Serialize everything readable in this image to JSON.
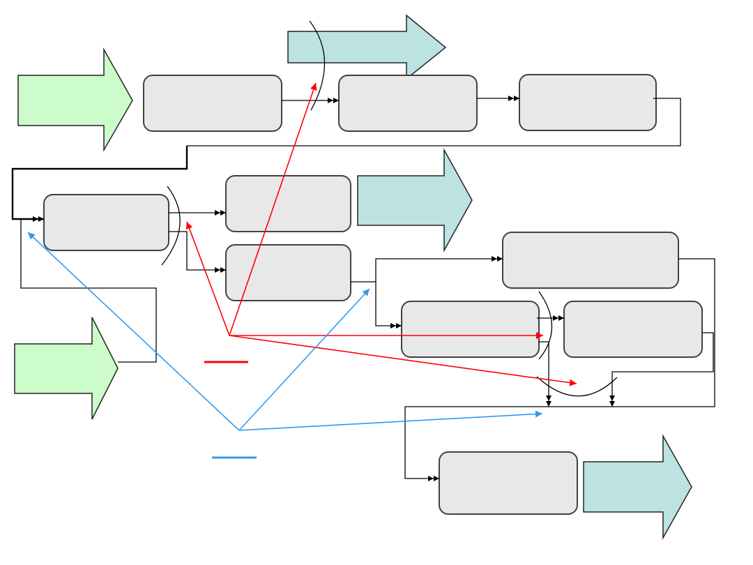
{
  "diagram": {
    "kind": "flowchart-template",
    "text_labels": [],
    "colors": {
      "process_fill": "#e8e8e8",
      "process_stroke": "#404040",
      "input_arrow_fill": "#ccfcc9",
      "output_arrow_fill": "#bce2e2",
      "connector": "#000000",
      "red_annotation": "#ff0000",
      "blue_annotation": "#3399ee"
    },
    "nodes": [
      {
        "id": "process-1",
        "type": "process"
      },
      {
        "id": "process-2",
        "type": "process"
      },
      {
        "id": "process-3",
        "type": "process"
      },
      {
        "id": "process-4",
        "type": "process"
      },
      {
        "id": "process-5",
        "type": "process"
      },
      {
        "id": "process-6",
        "type": "process"
      },
      {
        "id": "process-7",
        "type": "process"
      },
      {
        "id": "process-8",
        "type": "process"
      },
      {
        "id": "process-9",
        "type": "process"
      },
      {
        "id": "process-10",
        "type": "process"
      },
      {
        "id": "input-1",
        "type": "input-arrow"
      },
      {
        "id": "input-2",
        "type": "input-arrow"
      },
      {
        "id": "output-1",
        "type": "output-arrow"
      },
      {
        "id": "output-2",
        "type": "output-arrow"
      },
      {
        "id": "output-3",
        "type": "output-arrow"
      }
    ],
    "legend": [
      {
        "id": "red-legend",
        "color": "red",
        "label": ""
      },
      {
        "id": "blue-legend",
        "color": "blue",
        "label": ""
      }
    ]
  }
}
